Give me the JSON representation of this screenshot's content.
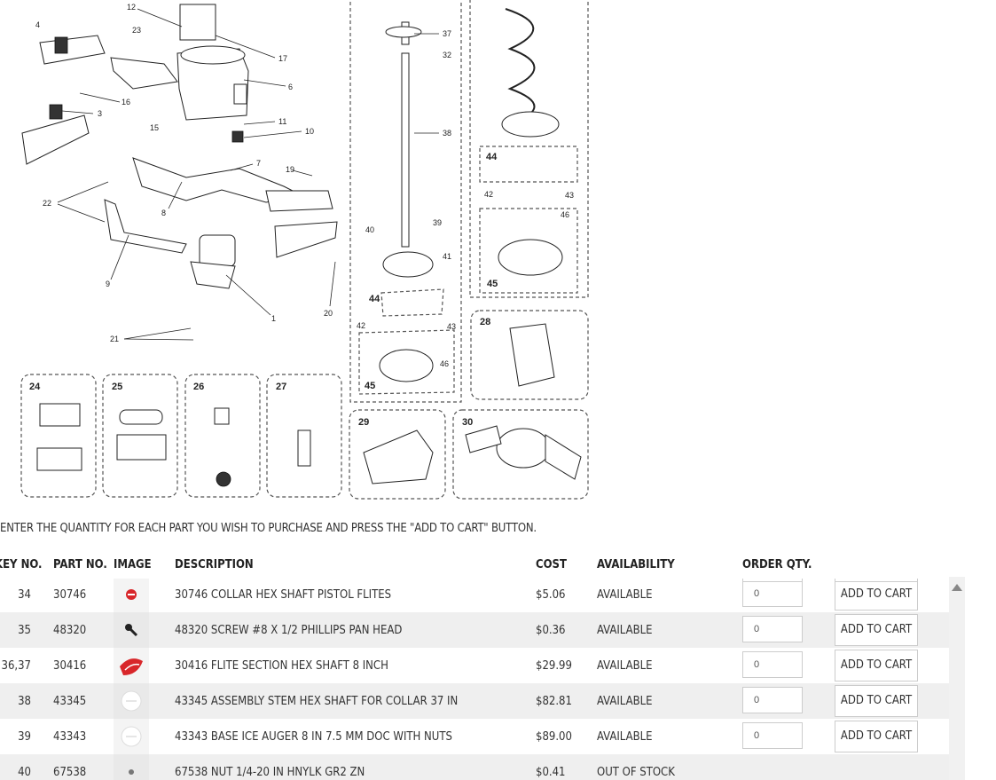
{
  "diagram": {
    "callouts": [
      "12",
      "4",
      "23",
      "17",
      "6",
      "16",
      "3",
      "15",
      "11",
      "10",
      "7",
      "19",
      "22",
      "8",
      "9",
      "1",
      "20",
      "21",
      "37",
      "32",
      "38",
      "39",
      "40",
      "41",
      "44",
      "42",
      "43",
      "46",
      "45",
      "28",
      "24",
      "25",
      "26",
      "27",
      "29",
      "30"
    ]
  },
  "instructions": "ENTER THE QUANTITY FOR EACH PART YOU WISH TO PURCHASE AND PRESS THE \"ADD TO CART\" BUTTON.",
  "table": {
    "headers": {
      "keyno": "KEY NO.",
      "partno": "PART NO.",
      "image": "IMAGE",
      "description": "DESCRIPTION",
      "cost": "COST",
      "availability": "AVAILABILITY",
      "order_qty": "ORDER QTY."
    },
    "rows": [
      {
        "keyno": "34",
        "partno": "30746",
        "description": "30746 COLLAR HEX SHAFT PISTOL FLITES",
        "cost": "$5.06",
        "availability": "AVAILABLE",
        "qty": "0",
        "button": "ADD TO CART",
        "thumb": "red-collar"
      },
      {
        "keyno": "35",
        "partno": "48320",
        "description": "48320 SCREW #8 X 1/2 PHILLIPS PAN HEAD",
        "cost": "$0.36",
        "availability": "AVAILABLE",
        "qty": "0",
        "button": "ADD TO CART",
        "thumb": "screw"
      },
      {
        "keyno": "36,37",
        "partno": "30416",
        "description": "30416 FLITE SECTION HEX SHAFT 8 INCH",
        "cost": "$29.99",
        "availability": "AVAILABLE",
        "qty": "0",
        "button": "ADD TO CART",
        "thumb": "red-flite"
      },
      {
        "keyno": "38",
        "partno": "43345",
        "description": "43345 ASSEMBLY STEM HEX SHAFT FOR COLLAR 37 IN",
        "cost": "$82.81",
        "availability": "AVAILABLE",
        "qty": "0",
        "button": "ADD TO CART",
        "thumb": "placeholder"
      },
      {
        "keyno": "39",
        "partno": "43343",
        "description": "43343 BASE ICE AUGER 8 IN 7.5 MM DOC WITH NUTS",
        "cost": "$89.00",
        "availability": "AVAILABLE",
        "qty": "0",
        "button": "ADD TO CART",
        "thumb": "placeholder"
      },
      {
        "keyno": "40",
        "partno": "67538",
        "description": "67538 NUT 1/4-20 IN HNYLK GR2 ZN",
        "cost": "$0.41",
        "availability": "OUT OF STOCK",
        "qty": "",
        "button": "",
        "thumb": "nut"
      }
    ]
  },
  "colors": {
    "accent_red": "#d8262a",
    "row_alt": "#efefef",
    "border": "#cccccc"
  }
}
